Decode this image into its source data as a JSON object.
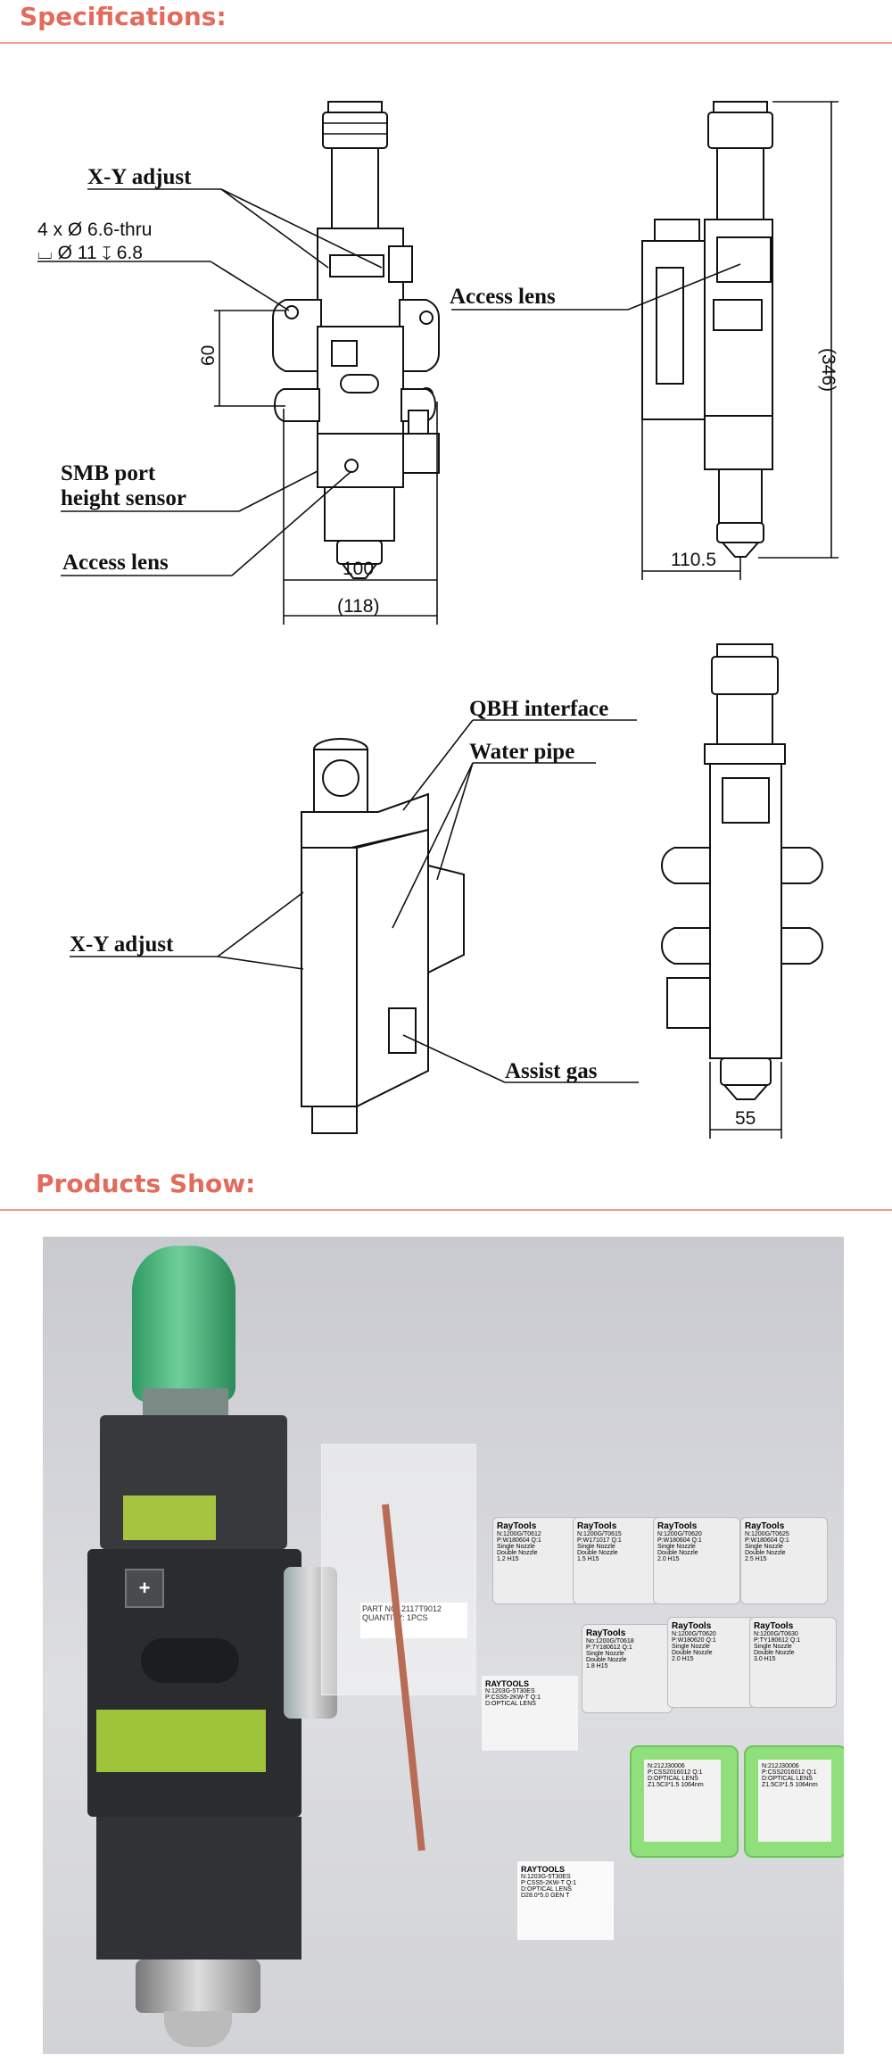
{
  "specifications": {
    "title": "Specifications:",
    "labels": {
      "xy_adjust": "X-Y adjust",
      "hole_spec_line1": "4 x  Ø  6.6-thru",
      "hole_spec_line2": "⌴ Ø  11  ↧  6.8",
      "access_lens": "Access lens",
      "smb_port_line1": "SMB port",
      "smb_port_line2": "height sensor",
      "qbh_interface": "QBH interface",
      "water_pipe": "Water pipe",
      "assist_gas": "Assist gas"
    },
    "dimensions": {
      "d60": "60",
      "d100": "100",
      "d118": "(118)",
      "d110_5": "110.5",
      "d346": "(346)",
      "d55": "55"
    }
  },
  "products": {
    "title": "Products Show:",
    "brand_main": "RAYTOOLS",
    "brand_box": "RayTools",
    "cable_tag": "PART NO: 2117T9012",
    "cable_tag_line2": "QUANTITY: 1PCS",
    "lens_lines": [
      "N:1203G-5T30ES",
      "P:CSS5-2KW-T Q:1",
      "D:OPTICAL LENS",
      "D28.0*5.0 GEN T"
    ],
    "nozzle_boxes": [
      {
        "label": "RayTools",
        "line1": "N:1200G/T0612",
        "line2": "P:W180604 Q:1",
        "opt1": "Single Nozzle",
        "opt2": "Double Nozzle",
        "size": "1.2 H15"
      },
      {
        "label": "RayTools",
        "line1": "N:1200G/T0615",
        "line2": "P:W171017 Q:1",
        "opt1": "Single Nozzle",
        "opt2": "Double Nozzle",
        "size": "1.5 H15"
      },
      {
        "label": "RayTools",
        "line1": "N:1200G/T0620",
        "line2": "P:W180604 Q:1",
        "opt1": "Single Nozzle",
        "opt2": "Double Nozzle",
        "size": "2.0 H15"
      },
      {
        "label": "RayTools",
        "line1": "N:1200G/T0625",
        "line2": "P:W180604 Q:1",
        "opt1": "Single Nozzle",
        "opt2": "Double Nozzle",
        "size": "2.5 H15"
      },
      {
        "label": "RayTools",
        "line1": "No:1200G/T0618",
        "line2": "P:7Y180612 Q:1",
        "opt1": "Single Nozzle",
        "opt2": "Double Nozzle",
        "size": "1.8 H15"
      },
      {
        "label": "RayTools",
        "line1": "N:1200G/T0620",
        "line2": "P:W180620 Q:1",
        "opt1": "Single Nozzle",
        "opt2": "Double Nozzle",
        "size": "2.0 H15"
      },
      {
        "label": "RayTools",
        "line1": "N:1200G/T0630",
        "line2": "P:TY180612 Q:1",
        "opt1": "Single Nozzle",
        "opt2": "Double Nozzle",
        "size": "3.0 H15"
      }
    ],
    "green_cases": [
      {
        "line1": "N:212J30006",
        "line2": "P:CSS2016012 Q:1",
        "line3": "D:OPTICAL LENS",
        "line4": "Z1.5C3*1.5 1064nm"
      },
      {
        "line1": "N:212J30006",
        "line2": "P:CSS2016012 Q:1",
        "line3": "D:OPTICAL LENS",
        "line4": "Z1.5C3*1.5 1064nm"
      }
    ]
  },
  "colors": {
    "accent": "#e36b5c",
    "rule": "#ef9a90",
    "photo_bg": "#d4d5d9",
    "head_body": "#2b2c2f",
    "green_cap": "#3fae78",
    "label_green": "#9fc43a"
  }
}
